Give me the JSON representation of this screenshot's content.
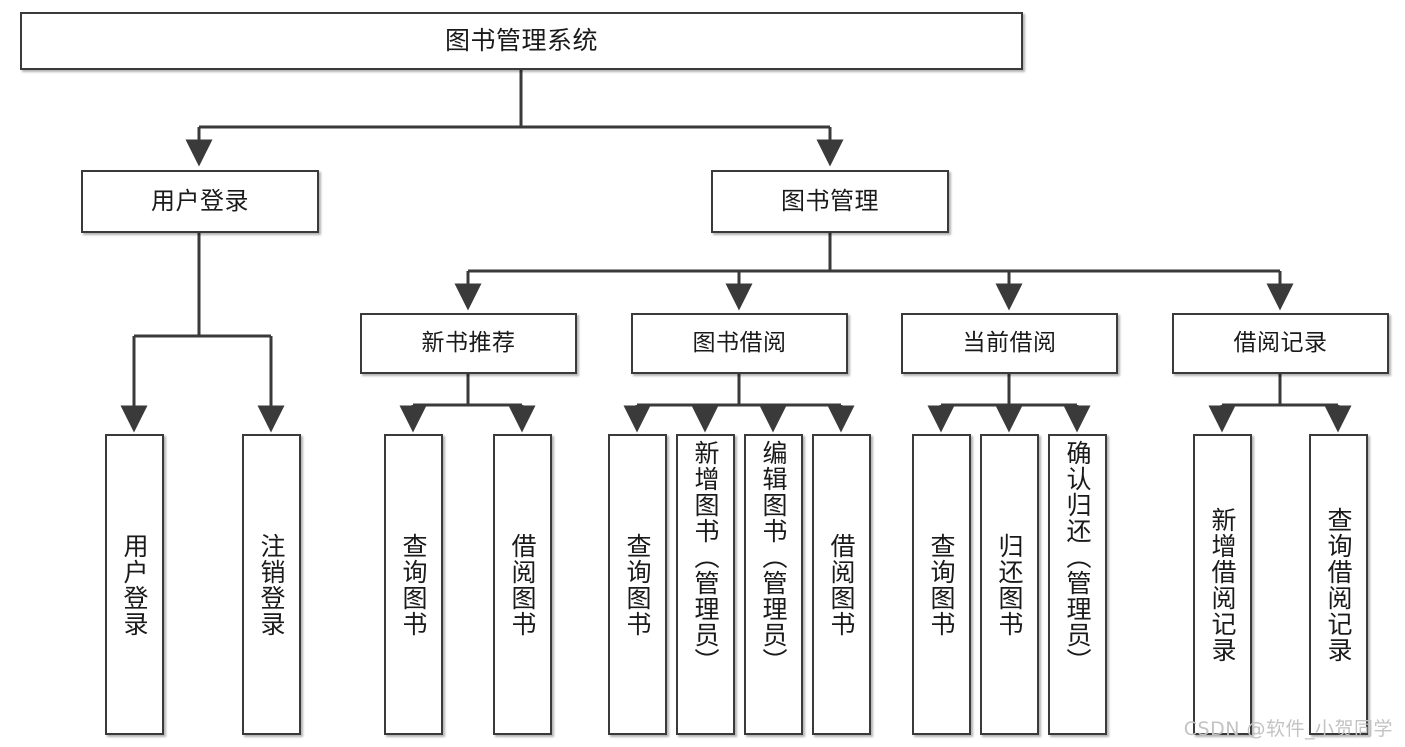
{
  "diagram": {
    "title": "图书管理系统",
    "type": "hierarchy-tree",
    "watermark": "CSDN @软件_小贺同学",
    "colors": {
      "border": "#3a3a3a",
      "background": "#ffffff",
      "text": "#1a1a1a",
      "connector": "#3a3a3a",
      "watermark": "#c3c3c3"
    },
    "nodes": {
      "root": {
        "label": "图书管理系统"
      },
      "level2": [
        {
          "id": "user-login",
          "label": "用户登录"
        },
        {
          "id": "book-management",
          "label": "图书管理"
        }
      ],
      "level3": [
        {
          "id": "new-book-recommend",
          "label": "新书推荐"
        },
        {
          "id": "book-borrow",
          "label": "图书借阅"
        },
        {
          "id": "current-borrow",
          "label": "当前借阅"
        },
        {
          "id": "borrow-record",
          "label": "借阅记录"
        }
      ],
      "leaves": {
        "user_login": [
          {
            "id": "leaf-user-login",
            "label": "用户登录"
          },
          {
            "id": "leaf-logout-login",
            "label": "注销登录"
          }
        ],
        "new_book_recommend": [
          {
            "id": "leaf-query-book-1",
            "label": "查询图书"
          },
          {
            "id": "leaf-borrow-book-1",
            "label": "借阅图书"
          }
        ],
        "book_borrow": [
          {
            "id": "leaf-query-book-2",
            "label": "查询图书"
          },
          {
            "id": "leaf-add-book-admin",
            "label": "新增图书（管理员）"
          },
          {
            "id": "leaf-edit-book-admin",
            "label": "编辑图书（管理员）"
          },
          {
            "id": "leaf-borrow-book-2",
            "label": "借阅图书"
          }
        ],
        "current_borrow": [
          {
            "id": "leaf-query-book-3",
            "label": "查询图书"
          },
          {
            "id": "leaf-return-book",
            "label": "归还图书"
          },
          {
            "id": "leaf-confirm-return-admin",
            "label": "确认归还（管理员）"
          }
        ],
        "borrow_record": [
          {
            "id": "leaf-add-borrow-record",
            "label": "新增借阅记录"
          },
          {
            "id": "leaf-query-borrow-record",
            "label": "查询借阅记录"
          }
        ]
      }
    }
  }
}
